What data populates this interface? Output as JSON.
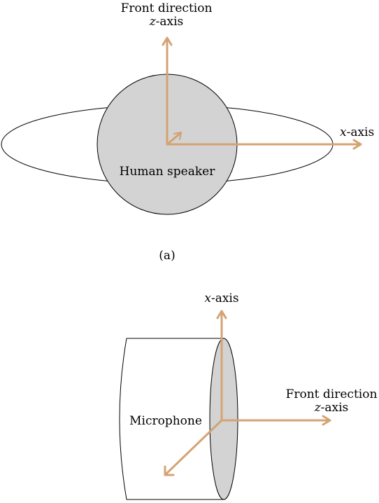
{
  "colors": {
    "axis": "#d4a373",
    "fill": "#d3d3d3",
    "stroke": "#000000",
    "background": "#ffffff"
  },
  "panel_a": {
    "front_label": "Front direction",
    "z_var": "z",
    "z_suffix": "-axis",
    "x_var": "x",
    "x_suffix": "-axis",
    "object_label": "Human speaker",
    "caption": "(a)"
  },
  "panel_b": {
    "x_var": "x",
    "x_suffix": "-axis",
    "front_label": "Front direction",
    "z_var": "z",
    "z_suffix": "-axis",
    "object_label": "Microphone"
  }
}
